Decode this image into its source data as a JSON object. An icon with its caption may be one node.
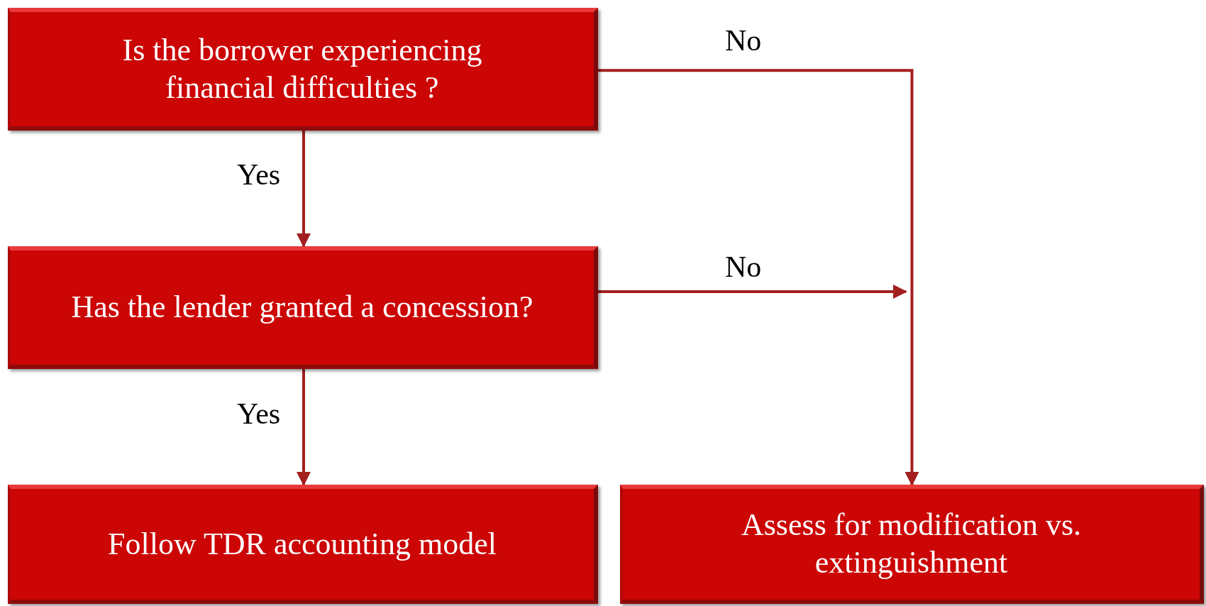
{
  "diagram": {
    "nodes": [
      {
        "text": [
          "Is the borrower experiencing financial difficulties ?"
        ]
      },
      {
        "text": [
          "Has the lender granted a concession?"
        ]
      },
      {
        "text": [
          "Follow TDR accounting model"
        ]
      },
      {
        "text": [
          "Assess for modification vs. extinguishment"
        ]
      }
    ],
    "edges": [
      {
        "from": 0,
        "to": 1,
        "arrow": "to",
        "label": "Yes"
      },
      {
        "from": 1,
        "to": 2,
        "arrow": "to",
        "label": "Yes"
      },
      {
        "from": 0,
        "to": 3,
        "arrow": "to",
        "label": "No"
      },
      {
        "from": 1,
        "to": null,
        "arrow": "to",
        "label": "No"
      }
    ]
  }
}
